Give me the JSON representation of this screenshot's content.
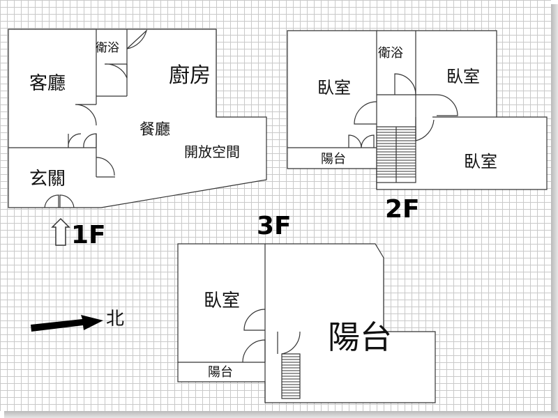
{
  "floors": {
    "first": {
      "title": "1F",
      "rooms": {
        "living": "客廳",
        "bath": "衛浴",
        "kitchen": "廚房",
        "dining": "餐廳",
        "open_space": "開放空間",
        "entry": "玄關"
      }
    },
    "second": {
      "title": "2F",
      "rooms": {
        "bedroom_left": "臥室",
        "bath": "衛浴",
        "bedroom_right": "臥室",
        "balcony": "陽台",
        "bedroom_lower": "臥室"
      }
    },
    "third": {
      "title": "3F",
      "rooms": {
        "bedroom": "臥室",
        "terrace": "陽台",
        "balcony": "陽台"
      }
    }
  },
  "compass": {
    "label": "北"
  },
  "colors": {
    "wall": "#333333",
    "grid": "#c9c9c9",
    "background": "#ffffff"
  }
}
